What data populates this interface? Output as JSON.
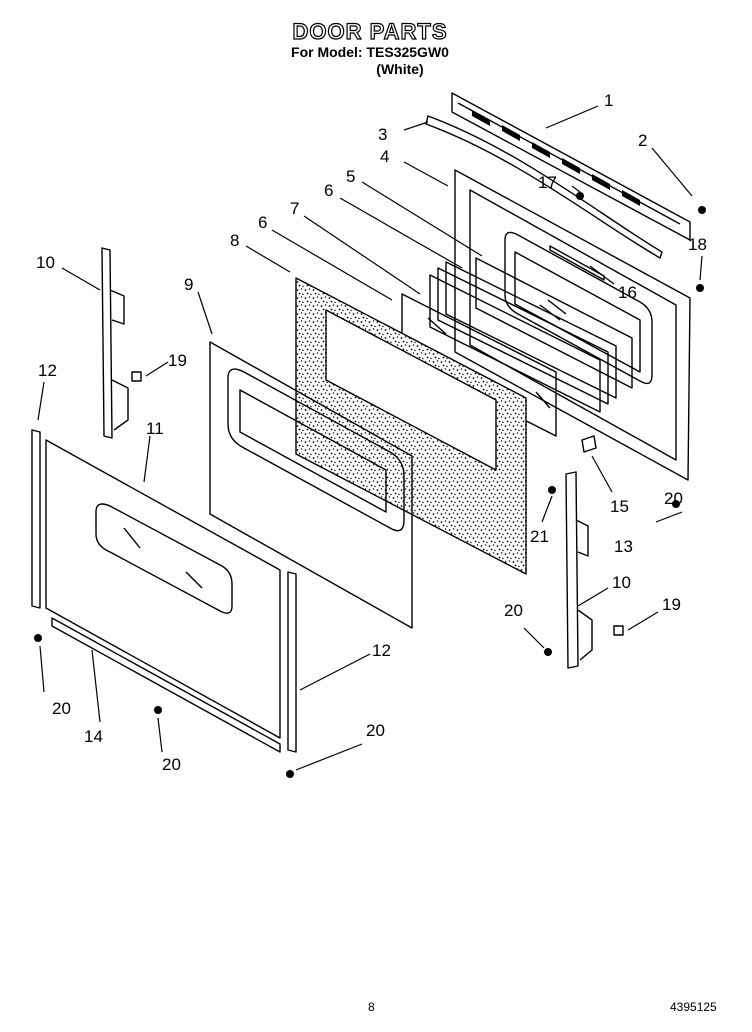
{
  "title": "DOOR PARTS",
  "model_line": "For Model: TES325GW0",
  "variant": "(White)",
  "callouts": [
    "1",
    "2",
    "3",
    "4",
    "5",
    "6",
    "6",
    "7",
    "8",
    "9",
    "10",
    "10",
    "11",
    "12",
    "12",
    "13",
    "14",
    "15",
    "16",
    "17",
    "18",
    "19",
    "19",
    "20",
    "20",
    "20",
    "20",
    "20",
    "21"
  ],
  "page_number": "8",
  "doc_number": "4395125"
}
